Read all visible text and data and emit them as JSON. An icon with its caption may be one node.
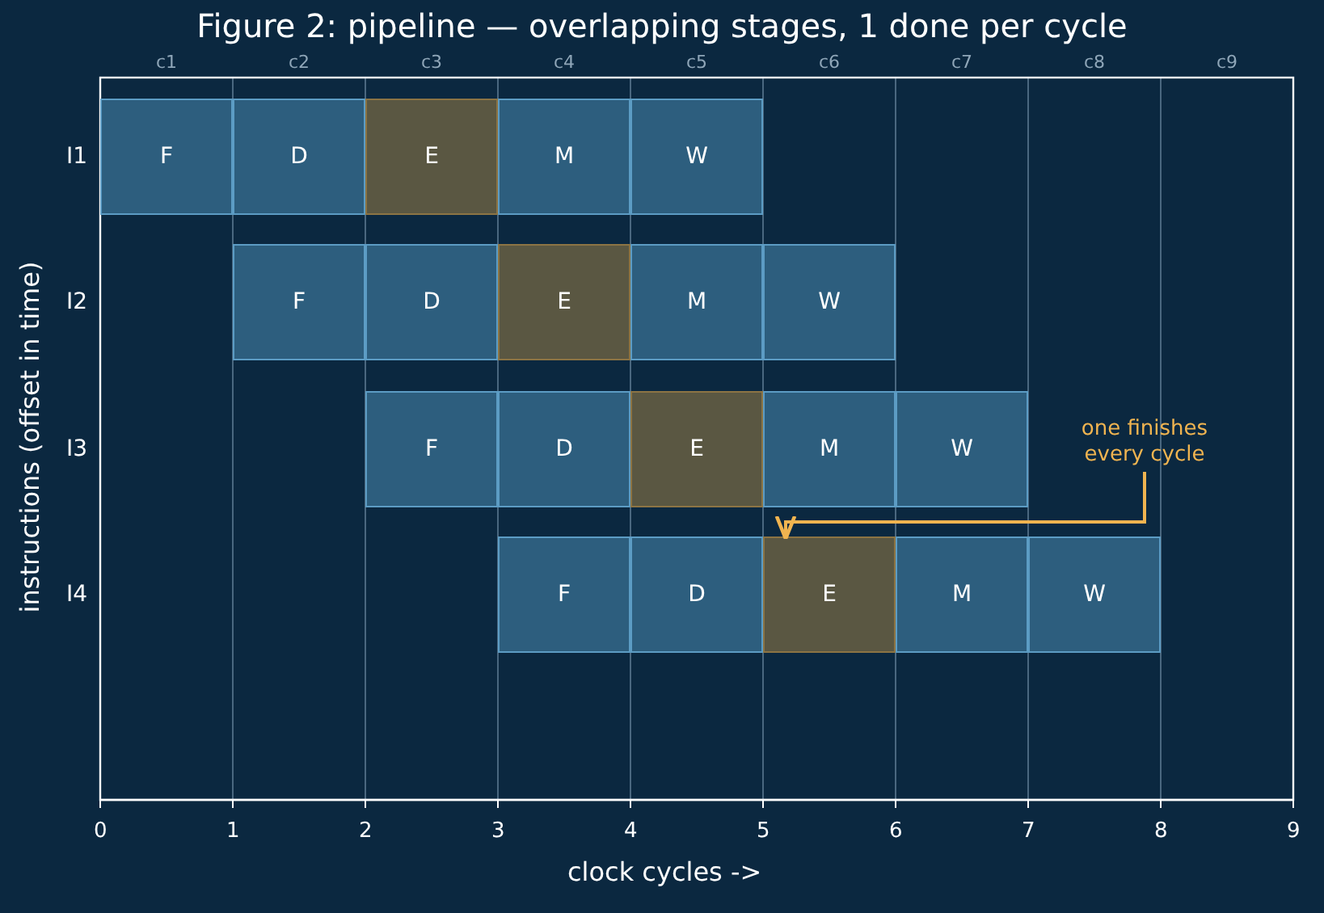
{
  "diagram": {
    "title": "Figure 2: pipeline — overlapping stages, 1 done per cycle",
    "nodes": [
      {
        "text": [
          "F"
        ]
      },
      {
        "text": [
          "D"
        ]
      },
      {
        "text": [
          "E"
        ]
      },
      {
        "text": [
          "M"
        ]
      },
      {
        "text": [
          "W"
        ]
      },
      {
        "text": [
          "F"
        ]
      },
      {
        "text": [
          "D"
        ]
      },
      {
        "text": [
          "E"
        ]
      },
      {
        "text": [
          "M"
        ]
      },
      {
        "text": [
          "W"
        ]
      },
      {
        "text": [
          "F"
        ]
      },
      {
        "text": [
          "D"
        ]
      },
      {
        "text": [
          "E"
        ]
      },
      {
        "text": [
          "M"
        ]
      },
      {
        "text": [
          "W"
        ]
      },
      {
        "text": [
          "F"
        ]
      },
      {
        "text": [
          "D"
        ]
      },
      {
        "text": [
          "E"
        ]
      },
      {
        "text": [
          "M"
        ]
      },
      {
        "text": [
          "W"
        ]
      },
      {
        "text": [
          "one finishes every cycle"
        ]
      }
    ],
    "edges": [
      {
        "from": 20,
        "to": 17,
        "arrow": "to",
        "color": "#f0b450"
      }
    ],
    "labels": [
      "c1",
      "c2",
      "c3",
      "c4",
      "c5",
      "c6",
      "c7",
      "c8",
      "c9",
      "I1",
      "I2",
      "I3",
      "I4",
      "instructions (offset in time)",
      "0",
      "1",
      "2",
      "3",
      "4",
      "5",
      "6",
      "7",
      "8",
      "9",
      "clock cycles  ->"
    ]
  }
}
